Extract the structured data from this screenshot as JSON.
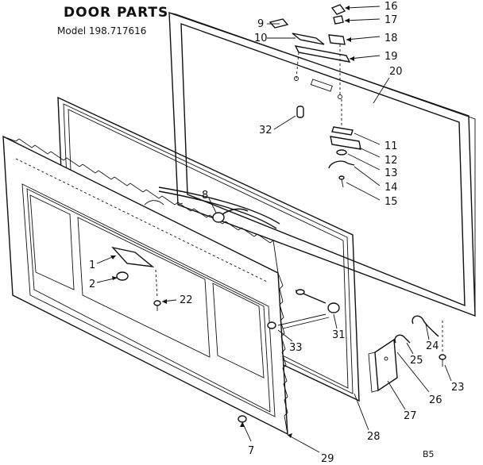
{
  "header": {
    "title": "DOOR PARTS",
    "model": "Model 198.717616",
    "code": "B5"
  },
  "parts": [
    {
      "id": "p1",
      "label": "1"
    },
    {
      "id": "p2",
      "label": "2"
    },
    {
      "id": "p7",
      "label": "7"
    },
    {
      "id": "p8",
      "label": "8"
    },
    {
      "id": "p9",
      "label": "9"
    },
    {
      "id": "p10",
      "label": "10"
    },
    {
      "id": "p11",
      "label": "11"
    },
    {
      "id": "p12",
      "label": "12"
    },
    {
      "id": "p13",
      "label": "13"
    },
    {
      "id": "p14",
      "label": "14"
    },
    {
      "id": "p15",
      "label": "15"
    },
    {
      "id": "p16",
      "label": "16"
    },
    {
      "id": "p17",
      "label": "17"
    },
    {
      "id": "p18",
      "label": "18"
    },
    {
      "id": "p19",
      "label": "19"
    },
    {
      "id": "p20",
      "label": "20"
    },
    {
      "id": "p22",
      "label": "22"
    },
    {
      "id": "p23",
      "label": "23"
    },
    {
      "id": "p24",
      "label": "24"
    },
    {
      "id": "p25",
      "label": "25"
    },
    {
      "id": "p26",
      "label": "26"
    },
    {
      "id": "p27",
      "label": "27"
    },
    {
      "id": "p28",
      "label": "28"
    },
    {
      "id": "p29",
      "label": "29"
    },
    {
      "id": "p31",
      "label": "31"
    },
    {
      "id": "p32",
      "label": "32"
    },
    {
      "id": "p33",
      "label": "33"
    }
  ]
}
